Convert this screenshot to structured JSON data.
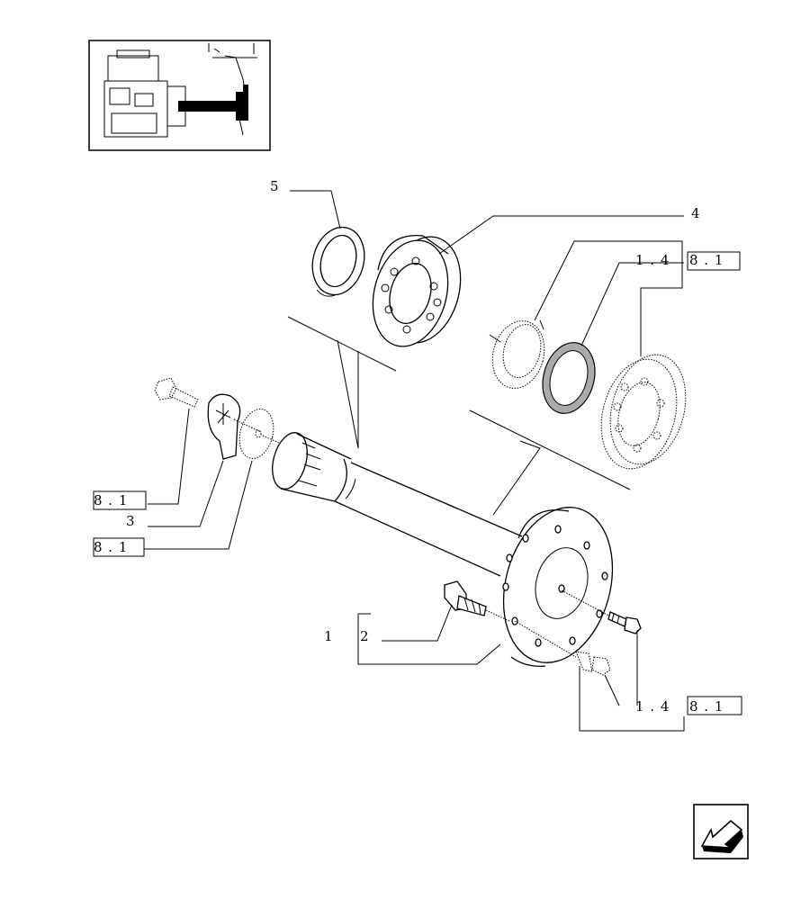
{
  "callouts": {
    "c1": "1",
    "c2": "2",
    "c3": "3",
    "c4": "4",
    "c5": "5"
  },
  "refs": {
    "ref_top_right": {
      "left": "1 . 4",
      "right": "8 . 1"
    },
    "ref_bottom_right": {
      "left": "1 . 4",
      "right": "8 . 1"
    },
    "ref_left_upper": {
      "right": "8 . 1"
    },
    "ref_left_lower": {
      "right": "8 . 1"
    }
  },
  "icons": {
    "thumbnail": "assembly-locator-thumbnail",
    "nav": "back-arrow-icon"
  }
}
